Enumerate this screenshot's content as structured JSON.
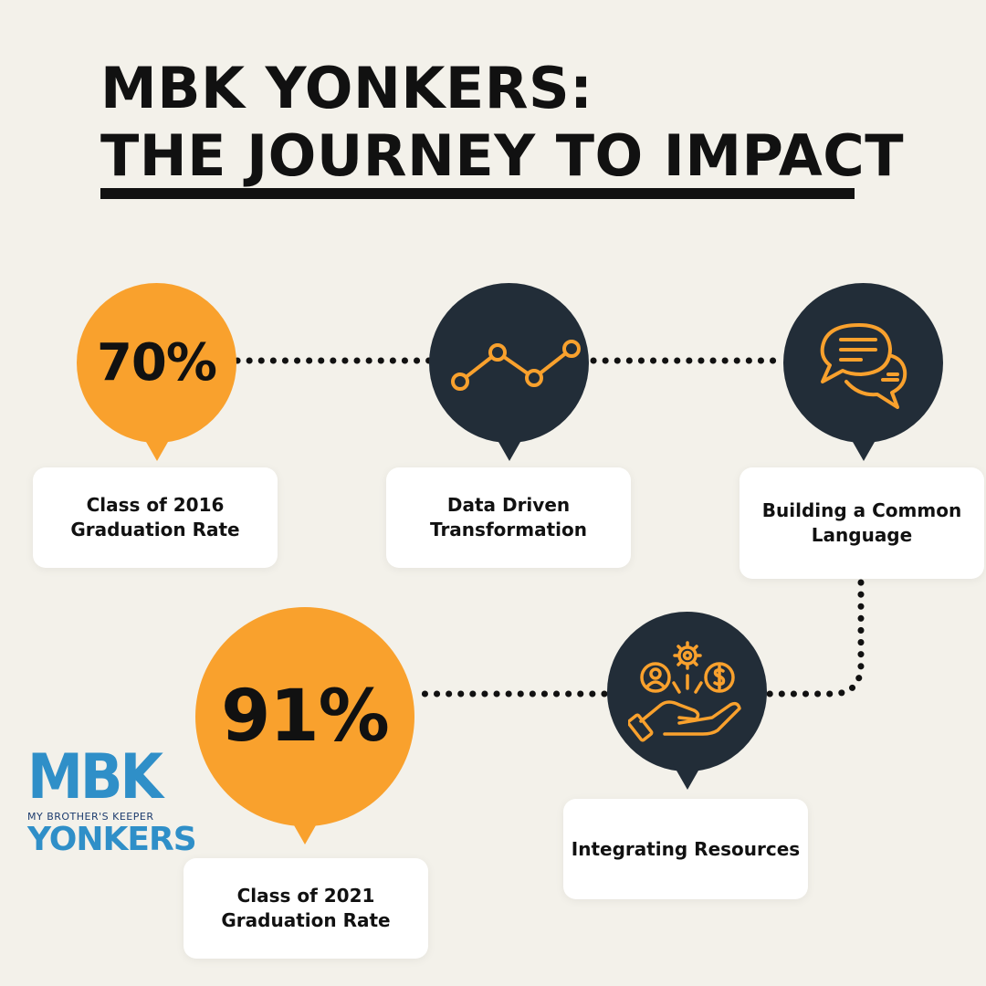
{
  "title": {
    "line1": "MBK YONKERS:",
    "line2": "THE JOURNEY TO IMPACT"
  },
  "colors": {
    "background": "#f3f1ea",
    "orange": "#f9a12d",
    "dark": "#222d38",
    "text": "#111111",
    "logo_blue": "#2f8fc8"
  },
  "steps": [
    {
      "id": "stat-2016",
      "pin_text": "70%",
      "pin_style": "orange",
      "card_lines": [
        "Class of 2016",
        "Graduation Rate"
      ]
    },
    {
      "id": "data-driven",
      "icon": "line-chart-icon",
      "pin_style": "dark",
      "card_lines": [
        "Data Driven",
        "Transformation"
      ]
    },
    {
      "id": "common-language",
      "icon": "chat-bubbles-icon",
      "pin_style": "dark",
      "card_lines": [
        "Building a Common",
        "Language"
      ]
    },
    {
      "id": "integrating",
      "icon": "hand-resources-icon",
      "pin_style": "dark",
      "card_lines": [
        "Integrating Resources"
      ]
    },
    {
      "id": "stat-2021",
      "pin_text": "91%",
      "pin_style": "orange",
      "card_lines": [
        "Class of 2021",
        "Graduation Rate"
      ]
    }
  ],
  "logo": {
    "mark": "MBK",
    "tagline": "MY BROTHER'S KEEPER",
    "city": "YONKERS"
  }
}
